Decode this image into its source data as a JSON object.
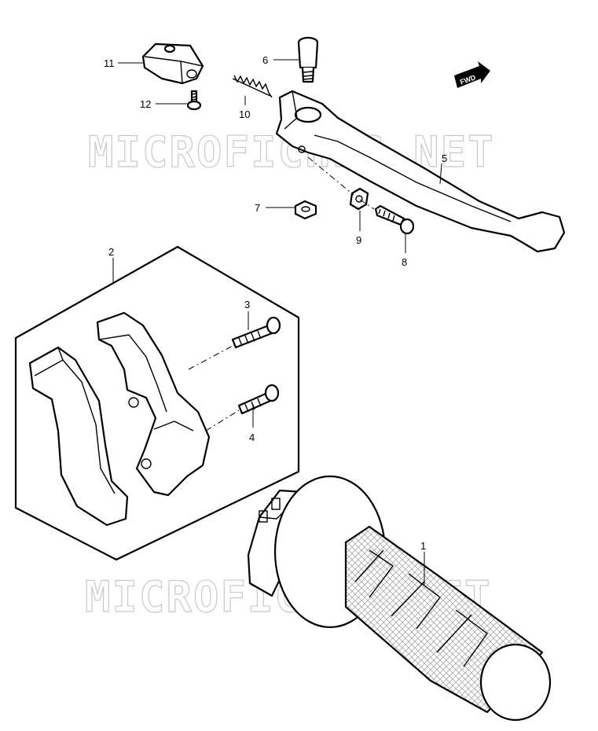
{
  "diagram": {
    "watermark": "MICROFICHES.NET",
    "direction_badge": "FWD",
    "callouts": [
      {
        "id": "1",
        "label": "1"
      },
      {
        "id": "2",
        "label": "2"
      },
      {
        "id": "3",
        "label": "3"
      },
      {
        "id": "4",
        "label": "4"
      },
      {
        "id": "5",
        "label": "5"
      },
      {
        "id": "6",
        "label": "6"
      },
      {
        "id": "7",
        "label": "7"
      },
      {
        "id": "8",
        "label": "8"
      },
      {
        "id": "9",
        "label": "9"
      },
      {
        "id": "10",
        "label": "10"
      },
      {
        "id": "11",
        "label": "11"
      },
      {
        "id": "12",
        "label": "12"
      }
    ]
  }
}
